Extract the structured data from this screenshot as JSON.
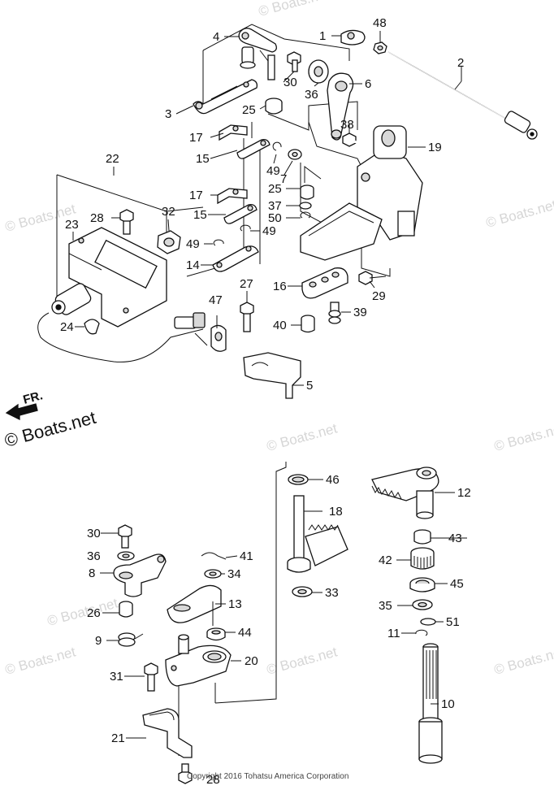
{
  "watermark": "© Boats.net",
  "direction_label": "FR.",
  "brand": "© Boats.net",
  "copyright": "Copyright 2016 Tohatsu America Corporation",
  "callouts": [
    "1",
    "2",
    "3",
    "4",
    "5",
    "6",
    "7",
    "8",
    "9",
    "10",
    "11",
    "12",
    "13",
    "14",
    "15",
    "16",
    "17",
    "18",
    "19",
    "20",
    "21",
    "22",
    "23",
    "24",
    "25",
    "26",
    "27",
    "28",
    "29",
    "30",
    "31",
    "32",
    "33",
    "34",
    "35",
    "36",
    "37",
    "38",
    "39",
    "40",
    "41",
    "42",
    "43",
    "44",
    "45",
    "46",
    "47",
    "48",
    "49",
    "50",
    "51"
  ]
}
